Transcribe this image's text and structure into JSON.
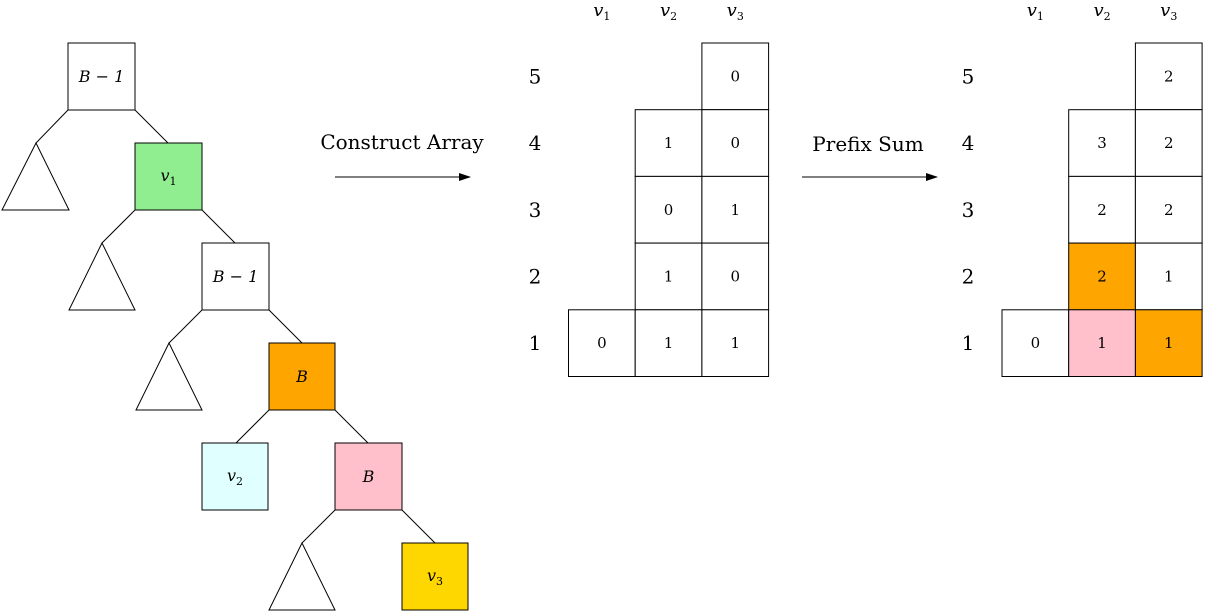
{
  "colors": {
    "green": "#90ee90",
    "orange": "#ffa500",
    "pink": "#ffc0cb",
    "lightcyan": "#e0ffff",
    "gold": "#ffd700",
    "white": "#ffffff"
  },
  "tree": {
    "nodes": [
      {
        "id": "root",
        "label": "B − 1",
        "sub": "",
        "fill": "#ffffff"
      },
      {
        "id": "v1-node",
        "label": "v",
        "sub": "1",
        "fill": "#90ee90"
      },
      {
        "id": "mid-node",
        "label": "B − 1",
        "sub": "",
        "fill": "#ffffff"
      },
      {
        "id": "b-orange-node",
        "label": "B",
        "sub": "",
        "fill": "#ffa500"
      },
      {
        "id": "v2-node",
        "label": "v",
        "sub": "2",
        "fill": "#e0ffff"
      },
      {
        "id": "b-pink-node",
        "label": "B",
        "sub": "",
        "fill": "#ffc0cb"
      },
      {
        "id": "v3-node",
        "label": "v",
        "sub": "3",
        "fill": "#ffd700"
      }
    ]
  },
  "arrows": {
    "construct": "Construct Array",
    "prefix": "Prefix Sum"
  },
  "columns": [
    {
      "label": "v",
      "sub": "1"
    },
    {
      "label": "v",
      "sub": "2"
    },
    {
      "label": "v",
      "sub": "3"
    }
  ],
  "rows": [
    "5",
    "4",
    "3",
    "2",
    "1"
  ],
  "array1": {
    "cells": [
      {
        "row": "5",
        "col": 2,
        "value": "0",
        "fill": "#ffffff"
      },
      {
        "row": "4",
        "col": 1,
        "value": "1",
        "fill": "#ffffff"
      },
      {
        "row": "4",
        "col": 2,
        "value": "0",
        "fill": "#ffffff"
      },
      {
        "row": "3",
        "col": 1,
        "value": "0",
        "fill": "#ffffff"
      },
      {
        "row": "3",
        "col": 2,
        "value": "1",
        "fill": "#ffffff"
      },
      {
        "row": "2",
        "col": 1,
        "value": "1",
        "fill": "#ffffff"
      },
      {
        "row": "2",
        "col": 2,
        "value": "0",
        "fill": "#ffffff"
      },
      {
        "row": "1",
        "col": 0,
        "value": "0",
        "fill": "#ffffff"
      },
      {
        "row": "1",
        "col": 1,
        "value": "1",
        "fill": "#ffffff"
      },
      {
        "row": "1",
        "col": 2,
        "value": "1",
        "fill": "#ffffff"
      }
    ]
  },
  "array2": {
    "cells": [
      {
        "row": "5",
        "col": 2,
        "value": "2",
        "fill": "#ffffff"
      },
      {
        "row": "4",
        "col": 1,
        "value": "3",
        "fill": "#ffffff"
      },
      {
        "row": "4",
        "col": 2,
        "value": "2",
        "fill": "#ffffff"
      },
      {
        "row": "3",
        "col": 1,
        "value": "2",
        "fill": "#ffffff"
      },
      {
        "row": "3",
        "col": 2,
        "value": "2",
        "fill": "#ffffff"
      },
      {
        "row": "2",
        "col": 1,
        "value": "2",
        "fill": "#ffa500"
      },
      {
        "row": "2",
        "col": 2,
        "value": "1",
        "fill": "#ffffff"
      },
      {
        "row": "1",
        "col": 0,
        "value": "0",
        "fill": "#ffffff"
      },
      {
        "row": "1",
        "col": 1,
        "value": "1",
        "fill": "#ffc0cb"
      },
      {
        "row": "1",
        "col": 2,
        "value": "1",
        "fill": "#ffa500"
      }
    ]
  }
}
